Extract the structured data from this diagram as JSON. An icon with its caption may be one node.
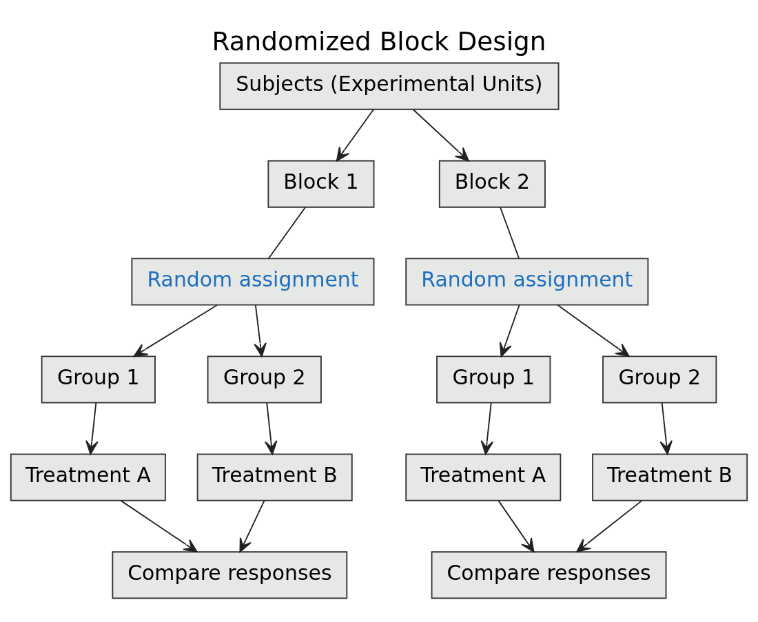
{
  "diagram": {
    "title": "Randomized Block Design",
    "nodes": [
      {
        "text": [
          "Subjects (Experimental Units)"
        ]
      },
      {
        "text": [
          "Block 1"
        ]
      },
      {
        "text": [
          "Random assignment"
        ]
      },
      {
        "text": [
          "Group 1"
        ]
      },
      {
        "text": [
          "Group 2"
        ]
      },
      {
        "text": [
          "Treatment A"
        ]
      },
      {
        "text": [
          "Treatment B"
        ]
      },
      {
        "text": [
          "Compare responses"
        ]
      },
      {
        "text": [
          "Block 2"
        ]
      },
      {
        "text": [
          "Random assignment"
        ]
      },
      {
        "text": [
          "Group 1"
        ]
      },
      {
        "text": [
          "Group 2"
        ]
      },
      {
        "text": [
          "Treatment A"
        ]
      },
      {
        "text": [
          "Treatment B"
        ]
      },
      {
        "text": [
          "Compare responses"
        ]
      }
    ],
    "edges": [
      {
        "from": 0,
        "to": 1,
        "arrow": "to"
      },
      {
        "from": 0,
        "to": 8,
        "arrow": "to"
      },
      {
        "from": 1,
        "to": 2,
        "arrow": "none"
      },
      {
        "from": 2,
        "to": 3,
        "arrow": "to"
      },
      {
        "from": 2,
        "to": 4,
        "arrow": "to"
      },
      {
        "from": 3,
        "to": 5,
        "arrow": "to"
      },
      {
        "from": 4,
        "to": 6,
        "arrow": "to"
      },
      {
        "from": 5,
        "to": 7,
        "arrow": "to"
      },
      {
        "from": 6,
        "to": 7,
        "arrow": "to"
      },
      {
        "from": 8,
        "to": 9,
        "arrow": "none"
      },
      {
        "from": 9,
        "to": 10,
        "arrow": "to"
      },
      {
        "from": 9,
        "to": 11,
        "arrow": "to"
      },
      {
        "from": 10,
        "to": 12,
        "arrow": "to"
      },
      {
        "from": 11,
        "to": 13,
        "arrow": "to"
      },
      {
        "from": 12,
        "to": 14,
        "arrow": "to"
      },
      {
        "from": 13,
        "to": 14,
        "arrow": "to"
      }
    ]
  }
}
